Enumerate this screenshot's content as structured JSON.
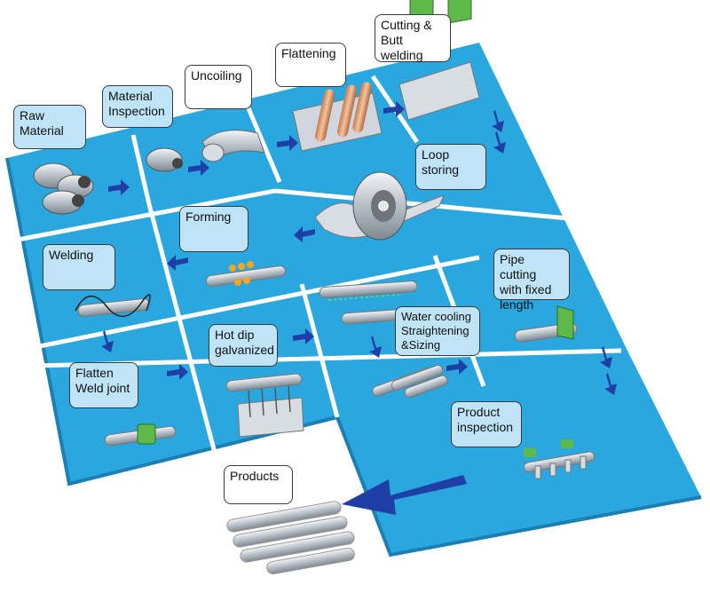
{
  "colors": {
    "panel": "#2aa7df",
    "panel_dark": "#1b7fb4",
    "grid_line": "#ffffff",
    "arrow": "#1f3fa6",
    "label_bg": "#bfe3f7",
    "green": "#5fb94a"
  },
  "steps": [
    {
      "id": "raw",
      "label": "Raw\nMaterial"
    },
    {
      "id": "inspect",
      "label": "Material\nInspection"
    },
    {
      "id": "uncoil",
      "label": "Uncoiling"
    },
    {
      "id": "flatten",
      "label": "Flattening"
    },
    {
      "id": "cut",
      "label": "Cutting &\nButt welding"
    },
    {
      "id": "loop",
      "label": "Loop\nstoring"
    },
    {
      "id": "forming",
      "label": "Forming"
    },
    {
      "id": "welding",
      "label": "Welding"
    },
    {
      "id": "pipecut",
      "label": "Pipe cutting\nwith fixed\nlength"
    },
    {
      "id": "cooling",
      "label": "Water cooling\nStraightening\n&Sizing"
    },
    {
      "id": "hotdip",
      "label": "Hot dip\ngalvanized"
    },
    {
      "id": "flattenweld",
      "label": "Flatten\nWeld joint"
    },
    {
      "id": "product_inspect",
      "label": "Product\ninspection"
    },
    {
      "id": "products",
      "label": "Products"
    }
  ]
}
